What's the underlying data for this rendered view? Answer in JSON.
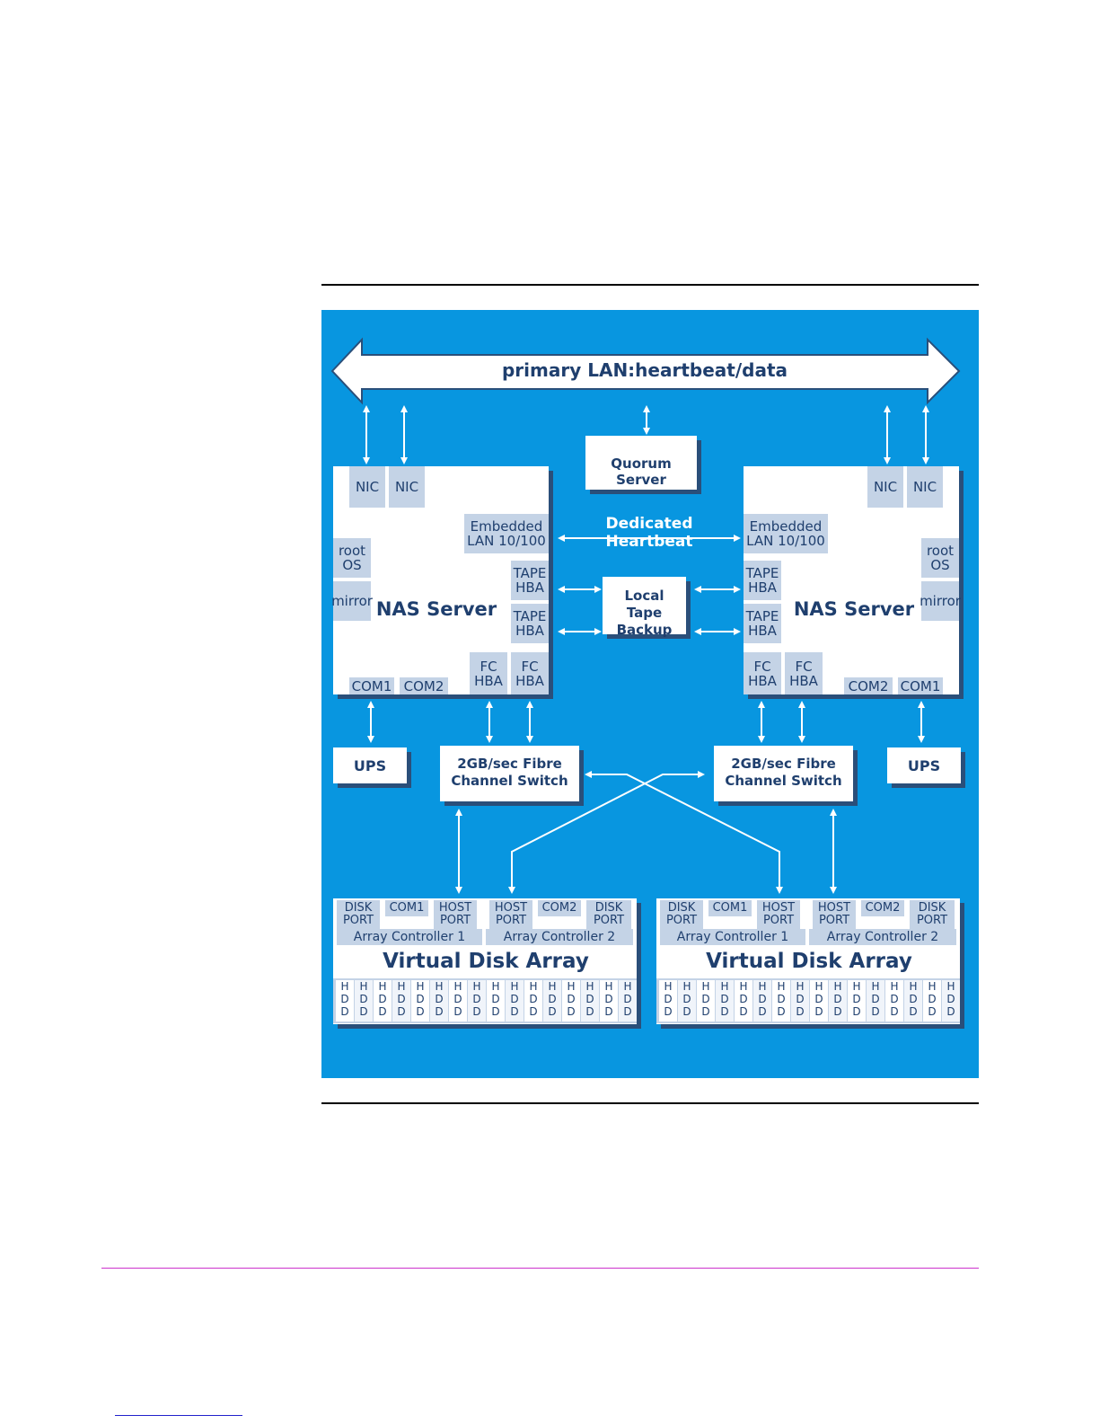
{
  "lan": {
    "label": "primary LAN:heartbeat/data"
  },
  "quorum": {
    "label": "Quorum Server"
  },
  "heartbeat": {
    "label": "Dedicated Heartbeat"
  },
  "tape": {
    "label": "Local Tape Backup"
  },
  "server": {
    "title": "NAS Server",
    "nic": "NIC",
    "embedded": "Embedded LAN 10/100",
    "root_os": "root OS",
    "mirror": "mirror",
    "tape_hba": "TAPE HBA",
    "fc_hba": "FC HBA",
    "com1": "COM1",
    "com2": "COM2"
  },
  "ups": {
    "label": "UPS"
  },
  "switch": {
    "label": "2GB/sec Fibre Channel Switch"
  },
  "array": {
    "title": "Virtual Disk Array",
    "controller1": "Array Controller 1",
    "controller2": "Array Controller 2",
    "disk_port": "DISK PORT",
    "host_port": "HOST PORT",
    "com1": "COM1",
    "com2": "COM2",
    "hdd": "HDD"
  },
  "colors": {
    "background": "#0896e0",
    "text": "#1f3f6e",
    "subbox": "#c4d3e6",
    "shadow": "#2a4f7a",
    "footer_rule": "#cc33cc"
  }
}
